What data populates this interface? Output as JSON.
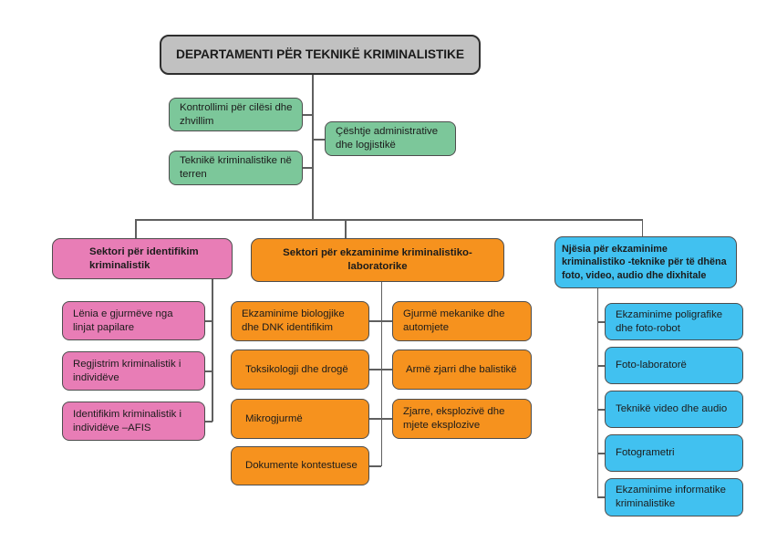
{
  "diagram": {
    "root": {
      "label": "DEPARTAMENTI PËR TEKNIKË KRIMINALISTIKE"
    },
    "staff": [
      {
        "label": "Kontrollimi për cilësi dhe zhvillim"
      },
      {
        "label": "Teknikë kriminalistike në terren"
      },
      {
        "label": "Çështje administrative dhe logjistikë"
      }
    ],
    "branches": [
      {
        "label": "Sektori për identifikim kriminalistik",
        "children": [
          "Lënia e gjurmëve nga linjat papilare",
          "Regjistrim kriminalistik i individëve",
          "Identifikim kriminalistik i individëve –AFIS"
        ]
      },
      {
        "label": "Sektori për ekzaminime kriminalistiko-laboratorike",
        "children_left": [
          "Ekzaminime biologjike dhe DNK identifikim",
          "Toksikologji dhe drogë",
          "Mikrogjurmë",
          "Dokumente kontestuese"
        ],
        "children_right": [
          "Gjurmë mekanike dhe automjete",
          "Armë zjarri dhe balistikë",
          "Zjarre, eksplozivë dhe mjete eksplozive"
        ]
      },
      {
        "label": "Njësia për ekzaminime kriminalistiko -teknike për të dhëna foto, video, audio dhe dixhitale",
        "children": [
          "Ekzaminime poligrafike dhe foto-robot",
          "Foto-laboratorë",
          "Teknikë video dhe audio",
          "Fotogrametri",
          "Ekzaminime informatike kriminalistike"
        ]
      }
    ],
    "colors": {
      "root_fill": "#c1c1c1",
      "staff_fill": "#7cc79a",
      "identification_fill": "#e87db6",
      "laboratory_fill": "#f6921e",
      "multimedia_fill": "#41c1f0",
      "line": "#5f5f5f"
    }
  }
}
